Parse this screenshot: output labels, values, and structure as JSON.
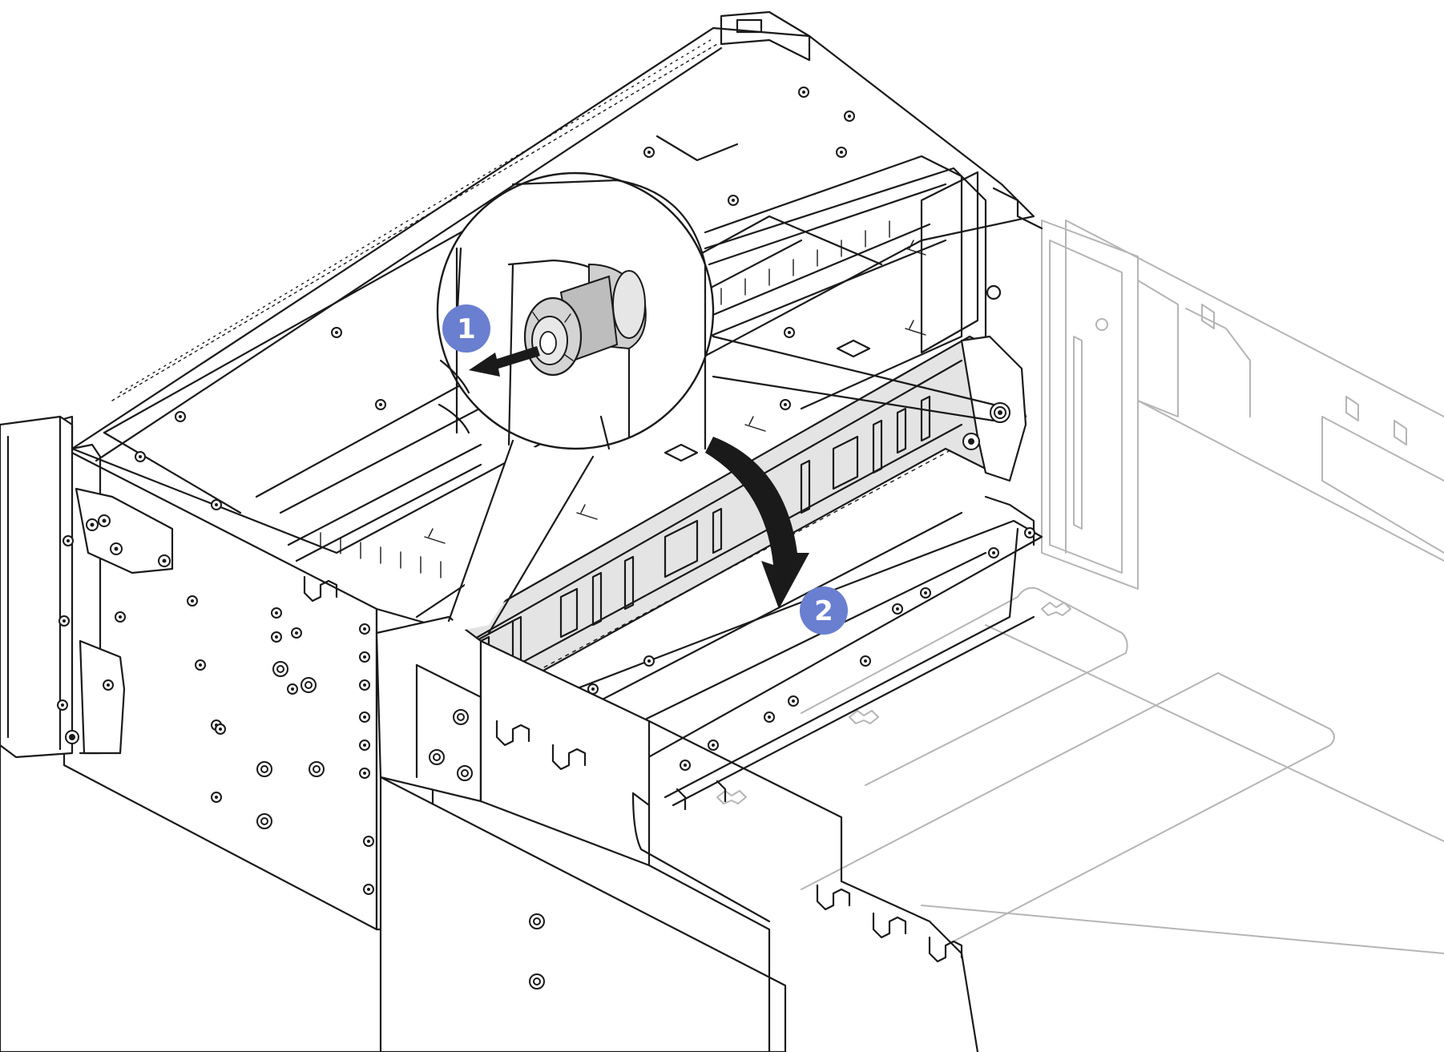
{
  "figure": {
    "callouts": [
      {
        "id": "step-1",
        "label": "1"
      },
      {
        "id": "step-2",
        "label": "2"
      }
    ],
    "colors": {
      "callout_fill": "#6a7fd0",
      "line": "#1a1a1a",
      "faded_line": "#b5b5b5",
      "highlight_grey": "#d9d9d9"
    },
    "icons": [
      "pull-arrow-icon",
      "rotate-arrow-icon",
      "plunger-icon"
    ]
  }
}
